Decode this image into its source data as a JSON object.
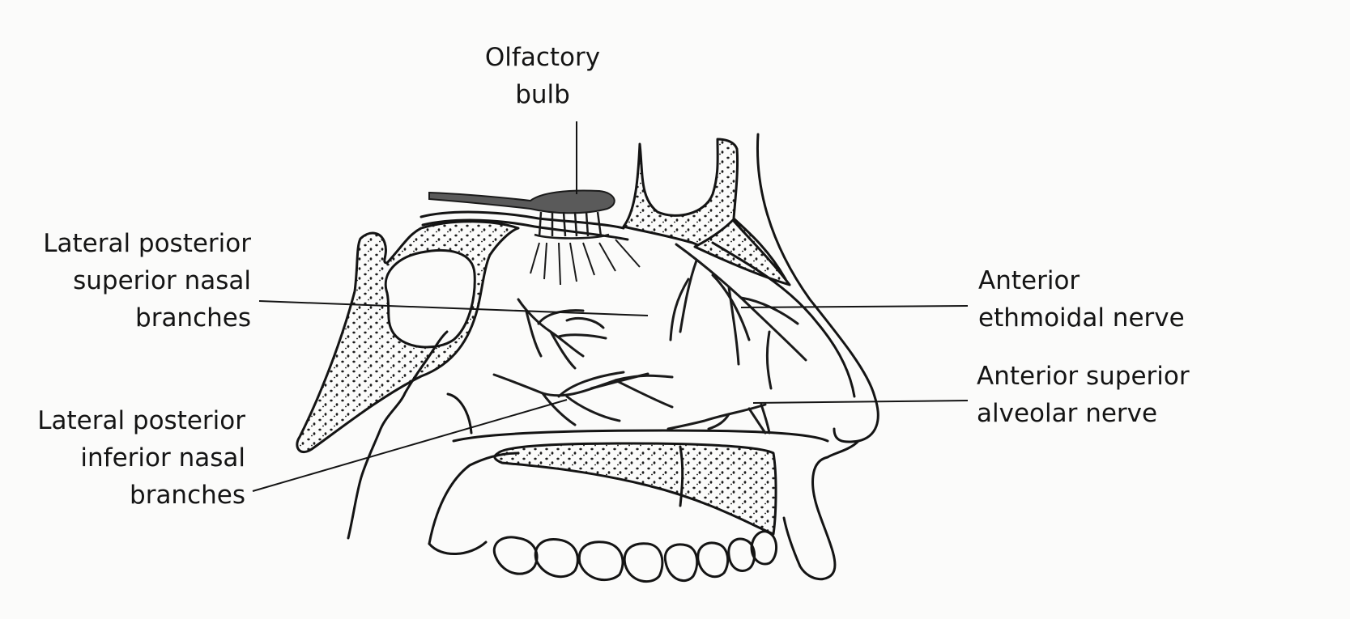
{
  "labels": {
    "olfactory_bulb": [
      "Olfactory",
      "bulb"
    ],
    "lateral_posterior_superior": [
      "Lateral posterior",
      "superior nasal",
      "branches"
    ],
    "lateral_posterior_inferior": [
      "Lateral posterior",
      "inferior nasal",
      "branches"
    ],
    "anterior_ethmoidal": [
      "Anterior",
      "ethmoidal nerve"
    ],
    "anterior_superior_alveolar": [
      "Anterior superior",
      "alveolar nerve"
    ]
  },
  "colors": {
    "ink": "#141414",
    "nerve": "#1a1a1a",
    "bulb": "#5a5a5a",
    "paper": "#fbfbfa"
  }
}
